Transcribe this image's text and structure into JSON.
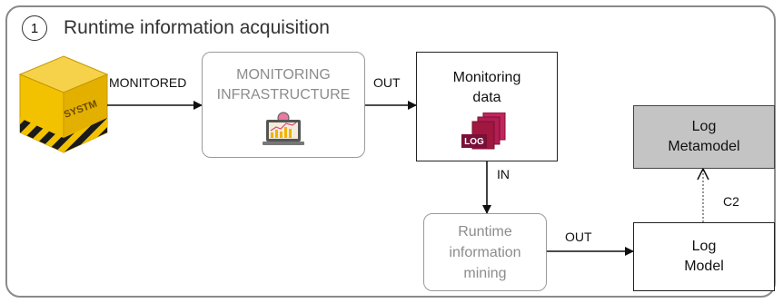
{
  "section": {
    "step_number": "1",
    "title": "Runtime information acquisition"
  },
  "system": {
    "label": "SYSTM"
  },
  "nodes": {
    "monitoring_infrastructure": {
      "line1": "MONITORING",
      "line2": "INFRASTRUCTURE"
    },
    "monitoring_data": {
      "line1": "Monitoring",
      "line2": "data",
      "badge": "LOG"
    },
    "runtime_mining": {
      "line1": "Runtime",
      "line2": "information",
      "line3": "mining"
    },
    "log_model": {
      "line1": "Log",
      "line2": "Model"
    },
    "log_metamodel": {
      "line1": "Log",
      "line2": "Metamodel"
    }
  },
  "edges": {
    "monitored": "MONITORED",
    "out_infra": "OUT",
    "in_data": "IN",
    "out_mining": "OUT",
    "c2": "C2"
  },
  "colors": {
    "frame": "#8a8a8a",
    "log_badge": "#a0173f",
    "metamodel_fill": "#c4c4c4",
    "box_yellow": "#f2c200"
  }
}
